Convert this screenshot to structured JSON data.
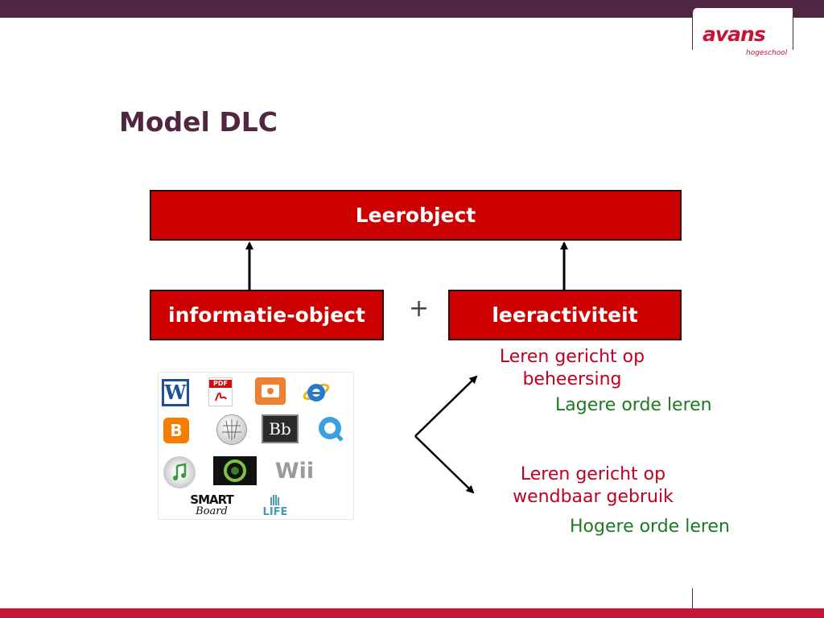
{
  "slide": {
    "title": "Model DLC"
  },
  "logo": {
    "brand": "avans",
    "subtitle": "hogeschool"
  },
  "diagram": {
    "top_box": "Leerobject",
    "left_box": "informatie-object",
    "right_box": "leeractiviteit",
    "operator": "+"
  },
  "icons": {
    "word": "W",
    "pdf": "PDF",
    "blogger": "B",
    "blackboard": "Bb",
    "wii": "Wii",
    "smart_line1": "SMART",
    "smart_line2": "Board",
    "second_life": "LIFE"
  },
  "outcomes": {
    "upper_red_line1": "Leren gericht op",
    "upper_red_line2": "beheersing",
    "upper_green": "Lagere orde leren",
    "lower_red_line1": "Leren gericht op",
    "lower_red_line2": "wendbaar gebruik",
    "lower_green": "Hogere orde leren"
  },
  "colors": {
    "header_bar": "#4f2742",
    "footer_bar": "#c5163a",
    "box_fill": "#cc0000",
    "title": "#4f2742",
    "red_text": "#c00020",
    "green_text": "#1f7a1f"
  }
}
